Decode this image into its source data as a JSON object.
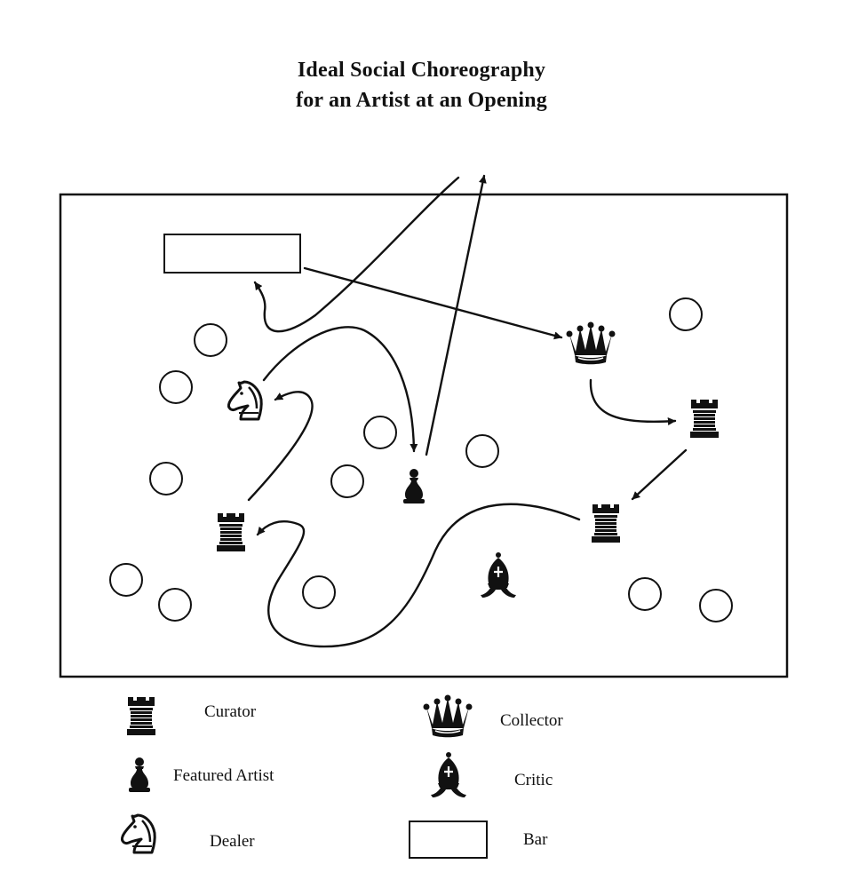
{
  "title": {
    "line1": "Ideal Social Choreography",
    "line2": "for an Artist at an Opening"
  },
  "legend": {
    "curator": "Curator",
    "featured_artist": "Featured Artist",
    "dealer": "Dealer",
    "collector": "Collector",
    "critic": "Critic",
    "bar": "Bar"
  },
  "icons": {
    "curator": "rook-icon",
    "featured_artist": "pawn-icon",
    "dealer": "knight-icon",
    "collector": "crown-icon",
    "critic": "bishop-icon",
    "bar": "bar-rectangle-icon",
    "guest": "circle-guest-icon"
  },
  "colors": {
    "ink": "#111111",
    "paper": "#ffffff"
  }
}
